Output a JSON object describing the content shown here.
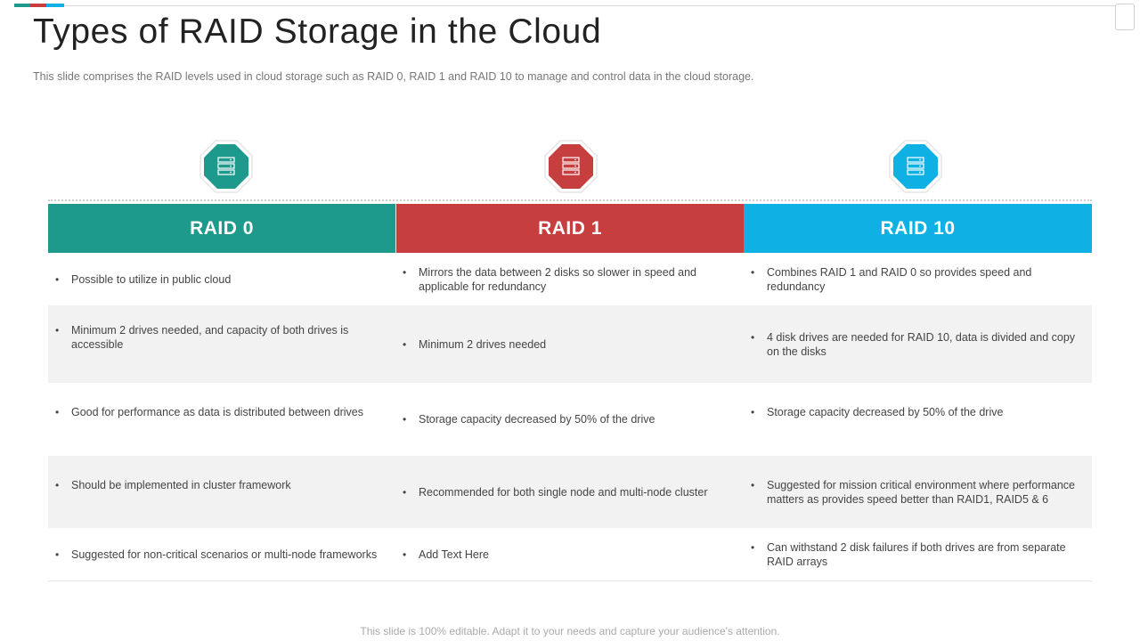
{
  "title": "Types of RAID Storage in the Cloud",
  "subtitle": "This slide comprises the RAID levels used in cloud storage such as RAID 0, RAID 1 and RAID 10 to manage and control data in the cloud storage.",
  "colors": {
    "teal": "#1e9a8c",
    "red": "#c73e3e",
    "blue": "#0fb0e4",
    "shade": "#f2f2f2"
  },
  "icon": "server-icon",
  "columns": [
    {
      "label": "RAID 0",
      "color": "#1e9a8c"
    },
    {
      "label": "RAID 1",
      "color": "#c73e3e"
    },
    {
      "label": "RAID 10",
      "color": "#0fb0e4"
    }
  ],
  "rows": [
    [
      "Possible to utilize in  public cloud",
      "Mirrors the data between 2 disks so slower in speed and applicable for redundancy",
      "Combines RAID 1 and RAID 0 so provides  speed and redundancy"
    ],
    [
      "Minimum 2 drives needed, and capacity of both drives is accessible",
      "Minimum 2 drives needed",
      "4 disk drives are needed for RAID 10, data is divided and copy on the disks"
    ],
    [
      "Good for performance as data is distributed between drives",
      "Storage capacity decreased by 50% of the drive",
      "Storage capacity decreased by 50% of the drive"
    ],
    [
      "Should be implemented in cluster framework",
      "Recommended for both single node and multi-node cluster",
      "Suggested for mission critical environment where performance matters as provides speed better than RAID1, RAID5 & 6"
    ],
    [
      "Suggested for non-critical scenarios or multi-node frameworks",
      "Add Text Here",
      "Can withstand 2 disk failures if both drives are from separate RAID arrays"
    ]
  ],
  "footer": "This slide is 100% editable. Adapt it to your needs and capture your audience's attention."
}
